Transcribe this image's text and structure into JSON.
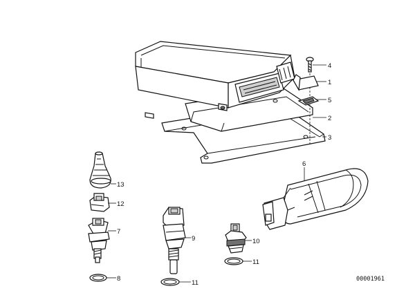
{
  "diagram": {
    "callouts": [
      {
        "id": "c1",
        "text": "1"
      },
      {
        "id": "c2",
        "text": "2"
      },
      {
        "id": "c3",
        "text": "3"
      },
      {
        "id": "c4",
        "text": "4"
      },
      {
        "id": "c5",
        "text": "5"
      },
      {
        "id": "c6",
        "text": "6"
      },
      {
        "id": "c7",
        "text": "7"
      },
      {
        "id": "c8",
        "text": "8"
      },
      {
        "id": "c9",
        "text": "9"
      },
      {
        "id": "c10",
        "text": "10"
      },
      {
        "id": "c11a",
        "text": "11"
      },
      {
        "id": "c11b",
        "text": "11"
      },
      {
        "id": "c12",
        "text": "12"
      },
      {
        "id": "c13",
        "text": "13"
      }
    ],
    "catalog_number": "00001961"
  }
}
